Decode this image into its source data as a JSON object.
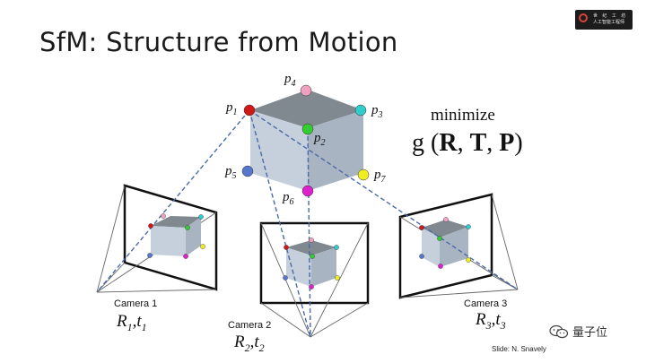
{
  "slide": {
    "title": "SfM: Structure from Motion",
    "credit": "Slide: N. Snavely"
  },
  "logo": {
    "line1": "世 纪 工 坊",
    "line2": "人工智能工程师"
  },
  "watermark": {
    "text": "量子位",
    "icon": "wechat-icon"
  },
  "objective": {
    "verb": "minimize",
    "func": "g",
    "args": [
      "R",
      "T",
      "P"
    ]
  },
  "points": [
    {
      "label": "p",
      "sub": "1",
      "color": "#d01818"
    },
    {
      "label": "p",
      "sub": "2",
      "color": "#33cc33"
    },
    {
      "label": "p",
      "sub": "3",
      "color": "#33cccc"
    },
    {
      "label": "p",
      "sub": "4",
      "color": "#f0a0c0"
    },
    {
      "label": "p",
      "sub": "5",
      "color": "#5577cc"
    },
    {
      "label": "p",
      "sub": "6",
      "color": "#dd22cc"
    },
    {
      "label": "p",
      "sub": "7",
      "color": "#eeee22"
    }
  ],
  "cameras": [
    {
      "name": "Camera 1",
      "R": "R",
      "Rsub": "1",
      "t": "t",
      "tsub": "1"
    },
    {
      "name": "Camera 2",
      "R": "R",
      "Rsub": "2",
      "t": "t",
      "tsub": "2"
    },
    {
      "name": "Camera 3",
      "R": "R",
      "Rsub": "3",
      "t": "t",
      "tsub": "3"
    }
  ],
  "colors": {
    "cube_top": "#808890",
    "cube_front": "#c6d0dc",
    "cube_side": "#a8b4c2",
    "ray": "#4a6aa8"
  }
}
